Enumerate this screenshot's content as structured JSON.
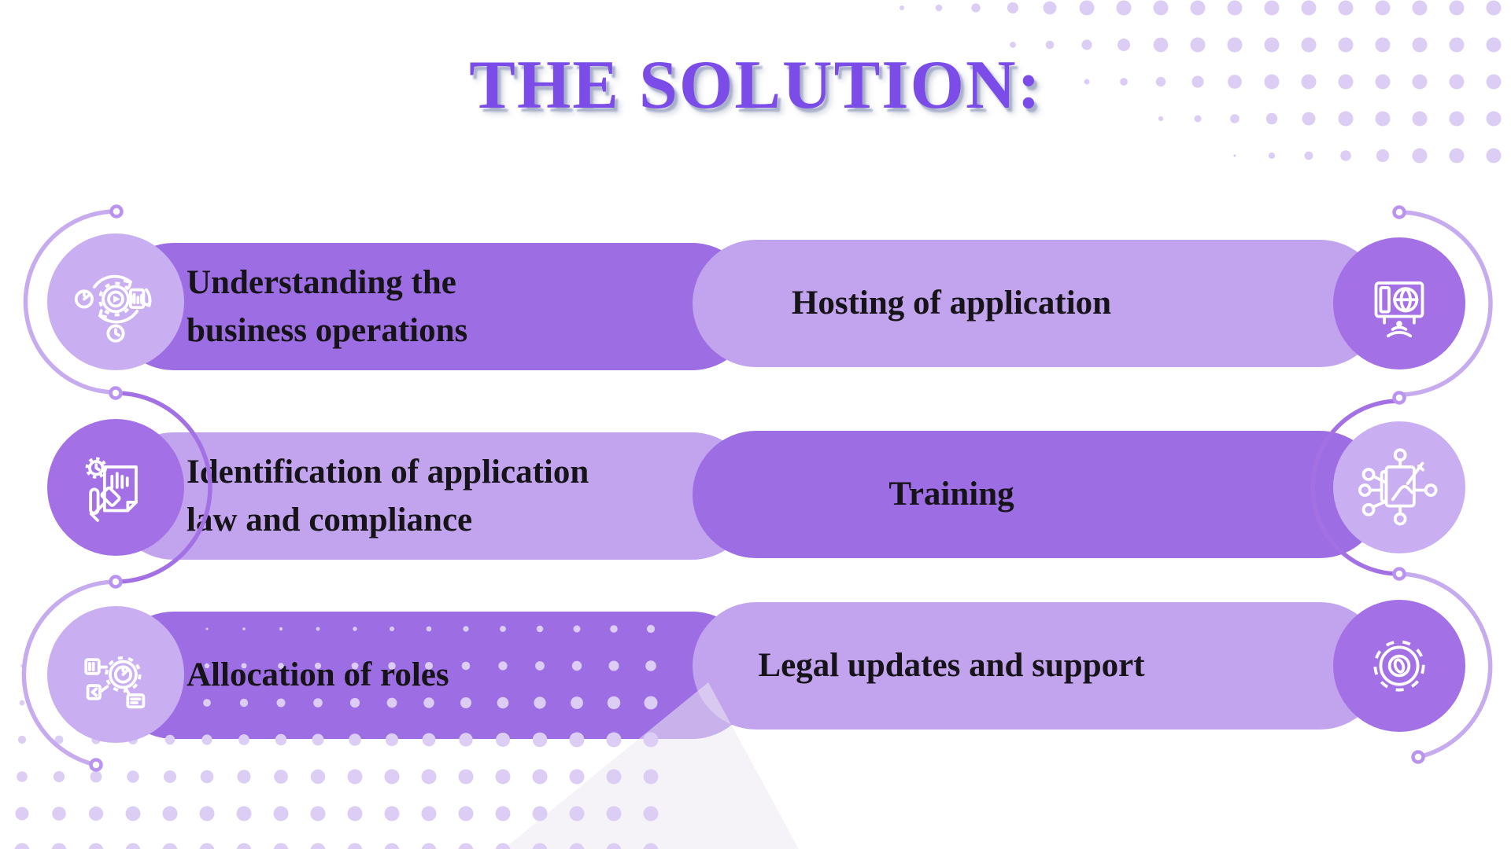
{
  "slide": {
    "title": "THE SOLUTION:"
  },
  "items": [
    {
      "id": "understanding-business-operations",
      "label": "Understanding the\nbusiness operations",
      "column": "left",
      "style": "dark-pill-light-circle",
      "icon": "operations-cycle-icon"
    },
    {
      "id": "identification-law-compliance",
      "label": "Identification of application\nlaw and compliance",
      "column": "left",
      "style": "light-pill-dark-circle",
      "icon": "law-compliance-icon"
    },
    {
      "id": "allocation-of-roles",
      "label": "Allocation of roles",
      "column": "left",
      "style": "dark-pill-light-circle",
      "icon": "roles-gear-icon"
    },
    {
      "id": "hosting-of-application",
      "label": "Hosting of application",
      "column": "right",
      "style": "light-pill-dark-circle",
      "icon": "hosting-server-icon"
    },
    {
      "id": "training",
      "label": "Training",
      "column": "right",
      "style": "dark-pill-light-circle",
      "icon": "training-network-icon"
    },
    {
      "id": "legal-updates-support",
      "label": "Legal updates and support",
      "column": "right",
      "style": "light-pill-dark-circle",
      "icon": "support-gear-icon"
    }
  ],
  "colors": {
    "accent_dark": "#9d6ee3",
    "accent_light": "#c2a3ee",
    "circle_light": "#c9aff1",
    "circle_dark": "#a470e6",
    "arc_light": "#c7abef",
    "arc_dark": "#a471e4",
    "dot_ring": "#b993ef",
    "pattern_dot": "#dccdf4",
    "title": "#7b4ce8",
    "text": "#171419"
  }
}
